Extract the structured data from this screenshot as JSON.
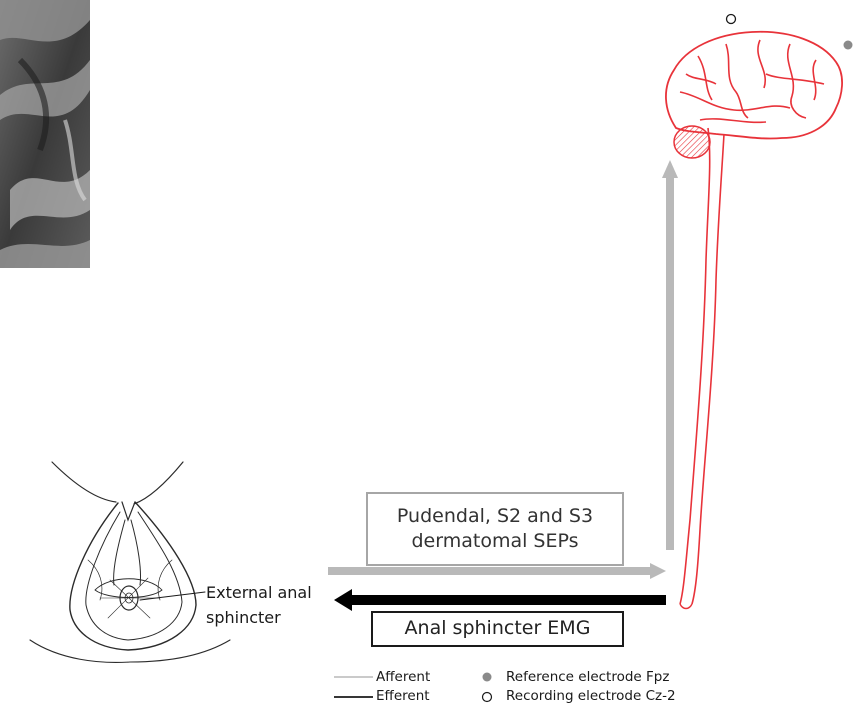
{
  "boxes": {
    "sep_line1": "Pudendal, S2 and S3",
    "sep_line2": "dermatomal SEPs",
    "emg": "Anal sphincter EMG"
  },
  "labels": {
    "sphincter_line1": "External anal",
    "sphincter_line2": "sphincter"
  },
  "legend": {
    "afferent": "Afferent",
    "efferent": "Efferent",
    "reference": "Reference electrode Fpz",
    "recording": "Recording electrode Cz-2"
  },
  "colors": {
    "brain_outline": "#e8333a",
    "afferent_arrow": "#b9b9b9",
    "efferent_arrow": "#000000",
    "reference_dot": "#8a8a8a"
  },
  "icons": [
    "reference-electrode-icon",
    "recording-electrode-icon"
  ]
}
